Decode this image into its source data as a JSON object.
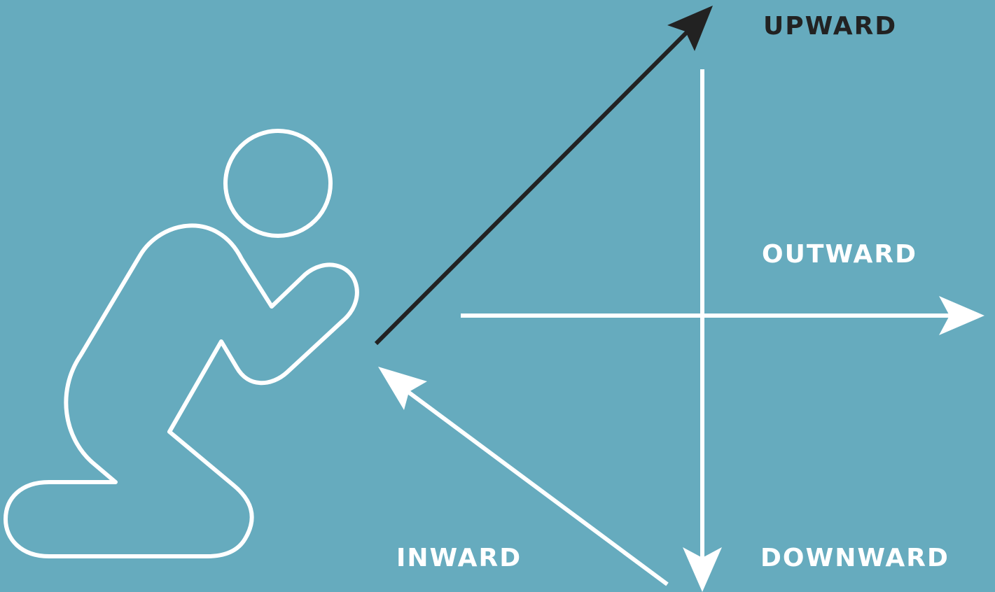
{
  "colors": {
    "background": "#66abbe",
    "upward": "#222222",
    "outward": "#ffffff",
    "inward": "#ffffff",
    "downward": "#ffffff",
    "figure": "#ffffff"
  },
  "figure": {
    "icon": "kneeling-praying-person-icon"
  },
  "arrows": {
    "upward": {
      "label": "UPWARD",
      "icon": "arrow-up-right-icon"
    },
    "outward": {
      "label": "OUTWARD",
      "icon": "arrow-right-icon"
    },
    "inward": {
      "label": "INWARD",
      "icon": "arrow-up-left-icon"
    },
    "downward": {
      "label": "DOWNWARD",
      "icon": "arrow-down-icon"
    }
  }
}
